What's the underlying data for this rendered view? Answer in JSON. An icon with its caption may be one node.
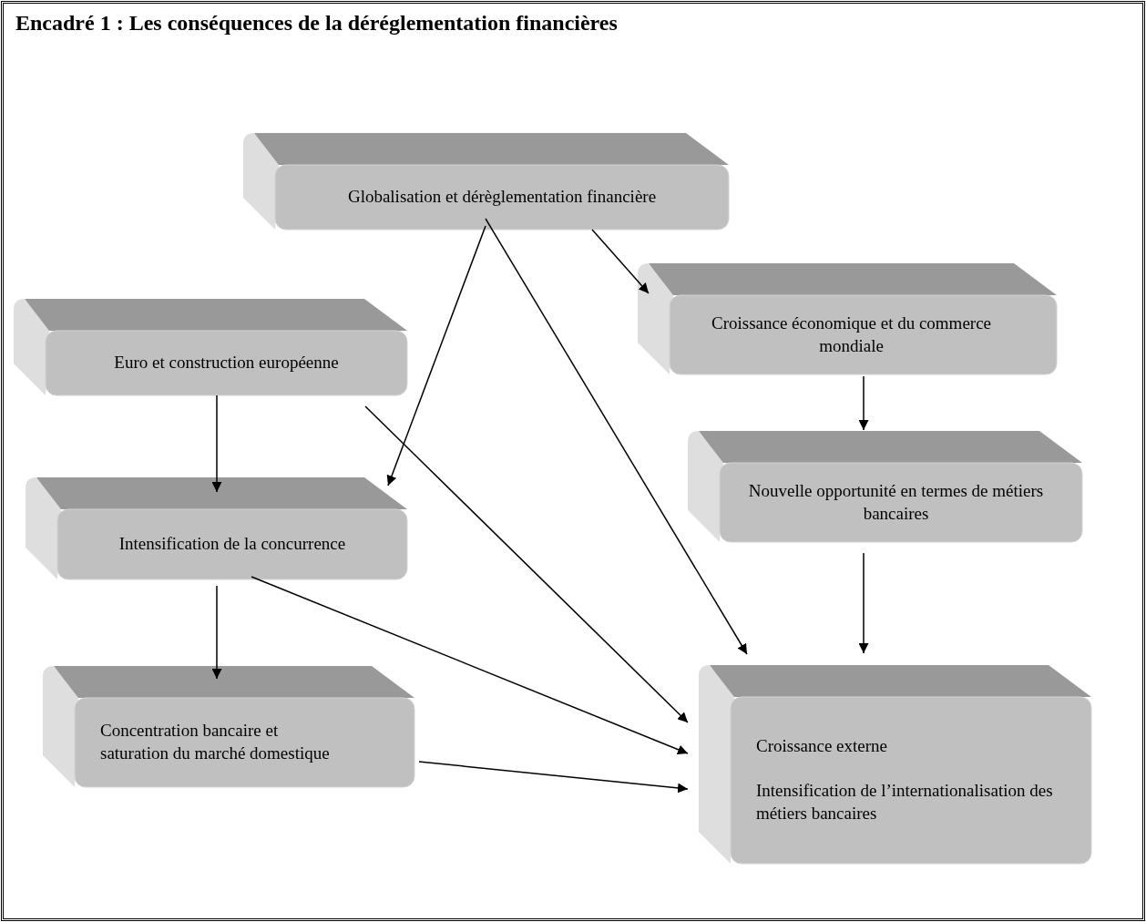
{
  "diagram": {
    "title": "Encadré 1 : Les conséquences de la déréglementation financières",
    "nodes": [
      {
        "text": [
          "Globalisation et dérèglementation financière"
        ]
      },
      {
        "text": [
          "Euro et construction européenne"
        ]
      },
      {
        "text": [
          "Croissance économique et du commerce mondiale"
        ]
      },
      {
        "text": [
          "Intensification de la concurrence"
        ]
      },
      {
        "text": [
          "Nouvelle opportunité en termes de métiers bancaires"
        ]
      },
      {
        "text": [
          "Concentration bancaire et saturation du marché domestique"
        ]
      },
      {
        "text": [
          "Croissance externe",
          "Intensification de l’internationalisation des métiers bancaires"
        ]
      }
    ],
    "edges": [
      {
        "from": 0,
        "to": 2,
        "arrow": "to"
      },
      {
        "from": 0,
        "to": 3,
        "arrow": "to"
      },
      {
        "from": 0,
        "to": 6,
        "arrow": "to"
      },
      {
        "from": 1,
        "to": 3,
        "arrow": "to"
      },
      {
        "from": 1,
        "to": 6,
        "arrow": "to"
      },
      {
        "from": 2,
        "to": 4,
        "arrow": "to"
      },
      {
        "from": 3,
        "to": 5,
        "arrow": "to"
      },
      {
        "from": 3,
        "to": 6,
        "arrow": "to"
      },
      {
        "from": 4,
        "to": 6,
        "arrow": "to"
      },
      {
        "from": 5,
        "to": 6,
        "arrow": "to"
      }
    ]
  }
}
